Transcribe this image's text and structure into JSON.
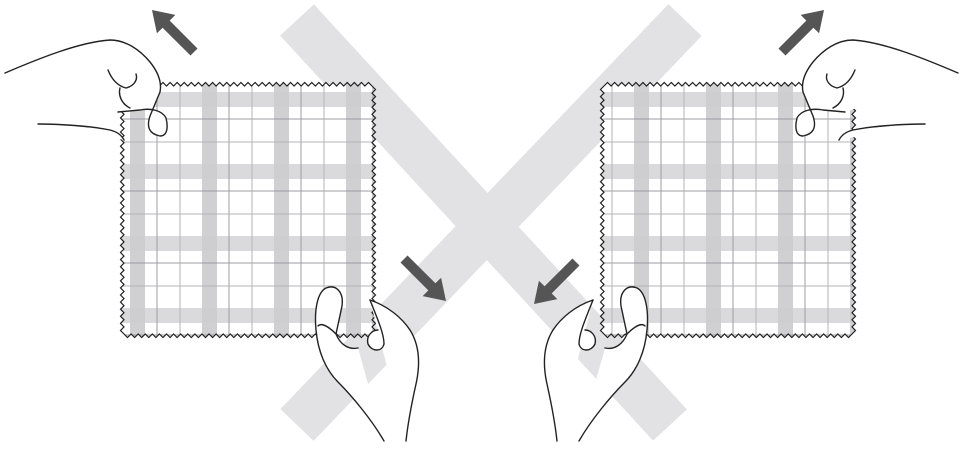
{
  "illustration": {
    "subject": "do-not-stretch-fabric-diagonally",
    "prohibition_symbol": "cross-x",
    "swatch_count": 2,
    "colors": {
      "cross": "#e2e2e4",
      "arrow": "#555555",
      "outline": "#222222",
      "plaid_band": "#cdcdd0",
      "plaid_line": "#9d9da2",
      "fabric": "#ffffff"
    },
    "panels": [
      {
        "name": "left",
        "hands": [
          "upper-left-hand",
          "lower-right-hand"
        ],
        "pull_directions": [
          "up-left",
          "down-right"
        ]
      },
      {
        "name": "right",
        "hands": [
          "upper-right-hand",
          "lower-left-hand"
        ],
        "pull_directions": [
          "up-right",
          "down-left"
        ]
      }
    ]
  }
}
